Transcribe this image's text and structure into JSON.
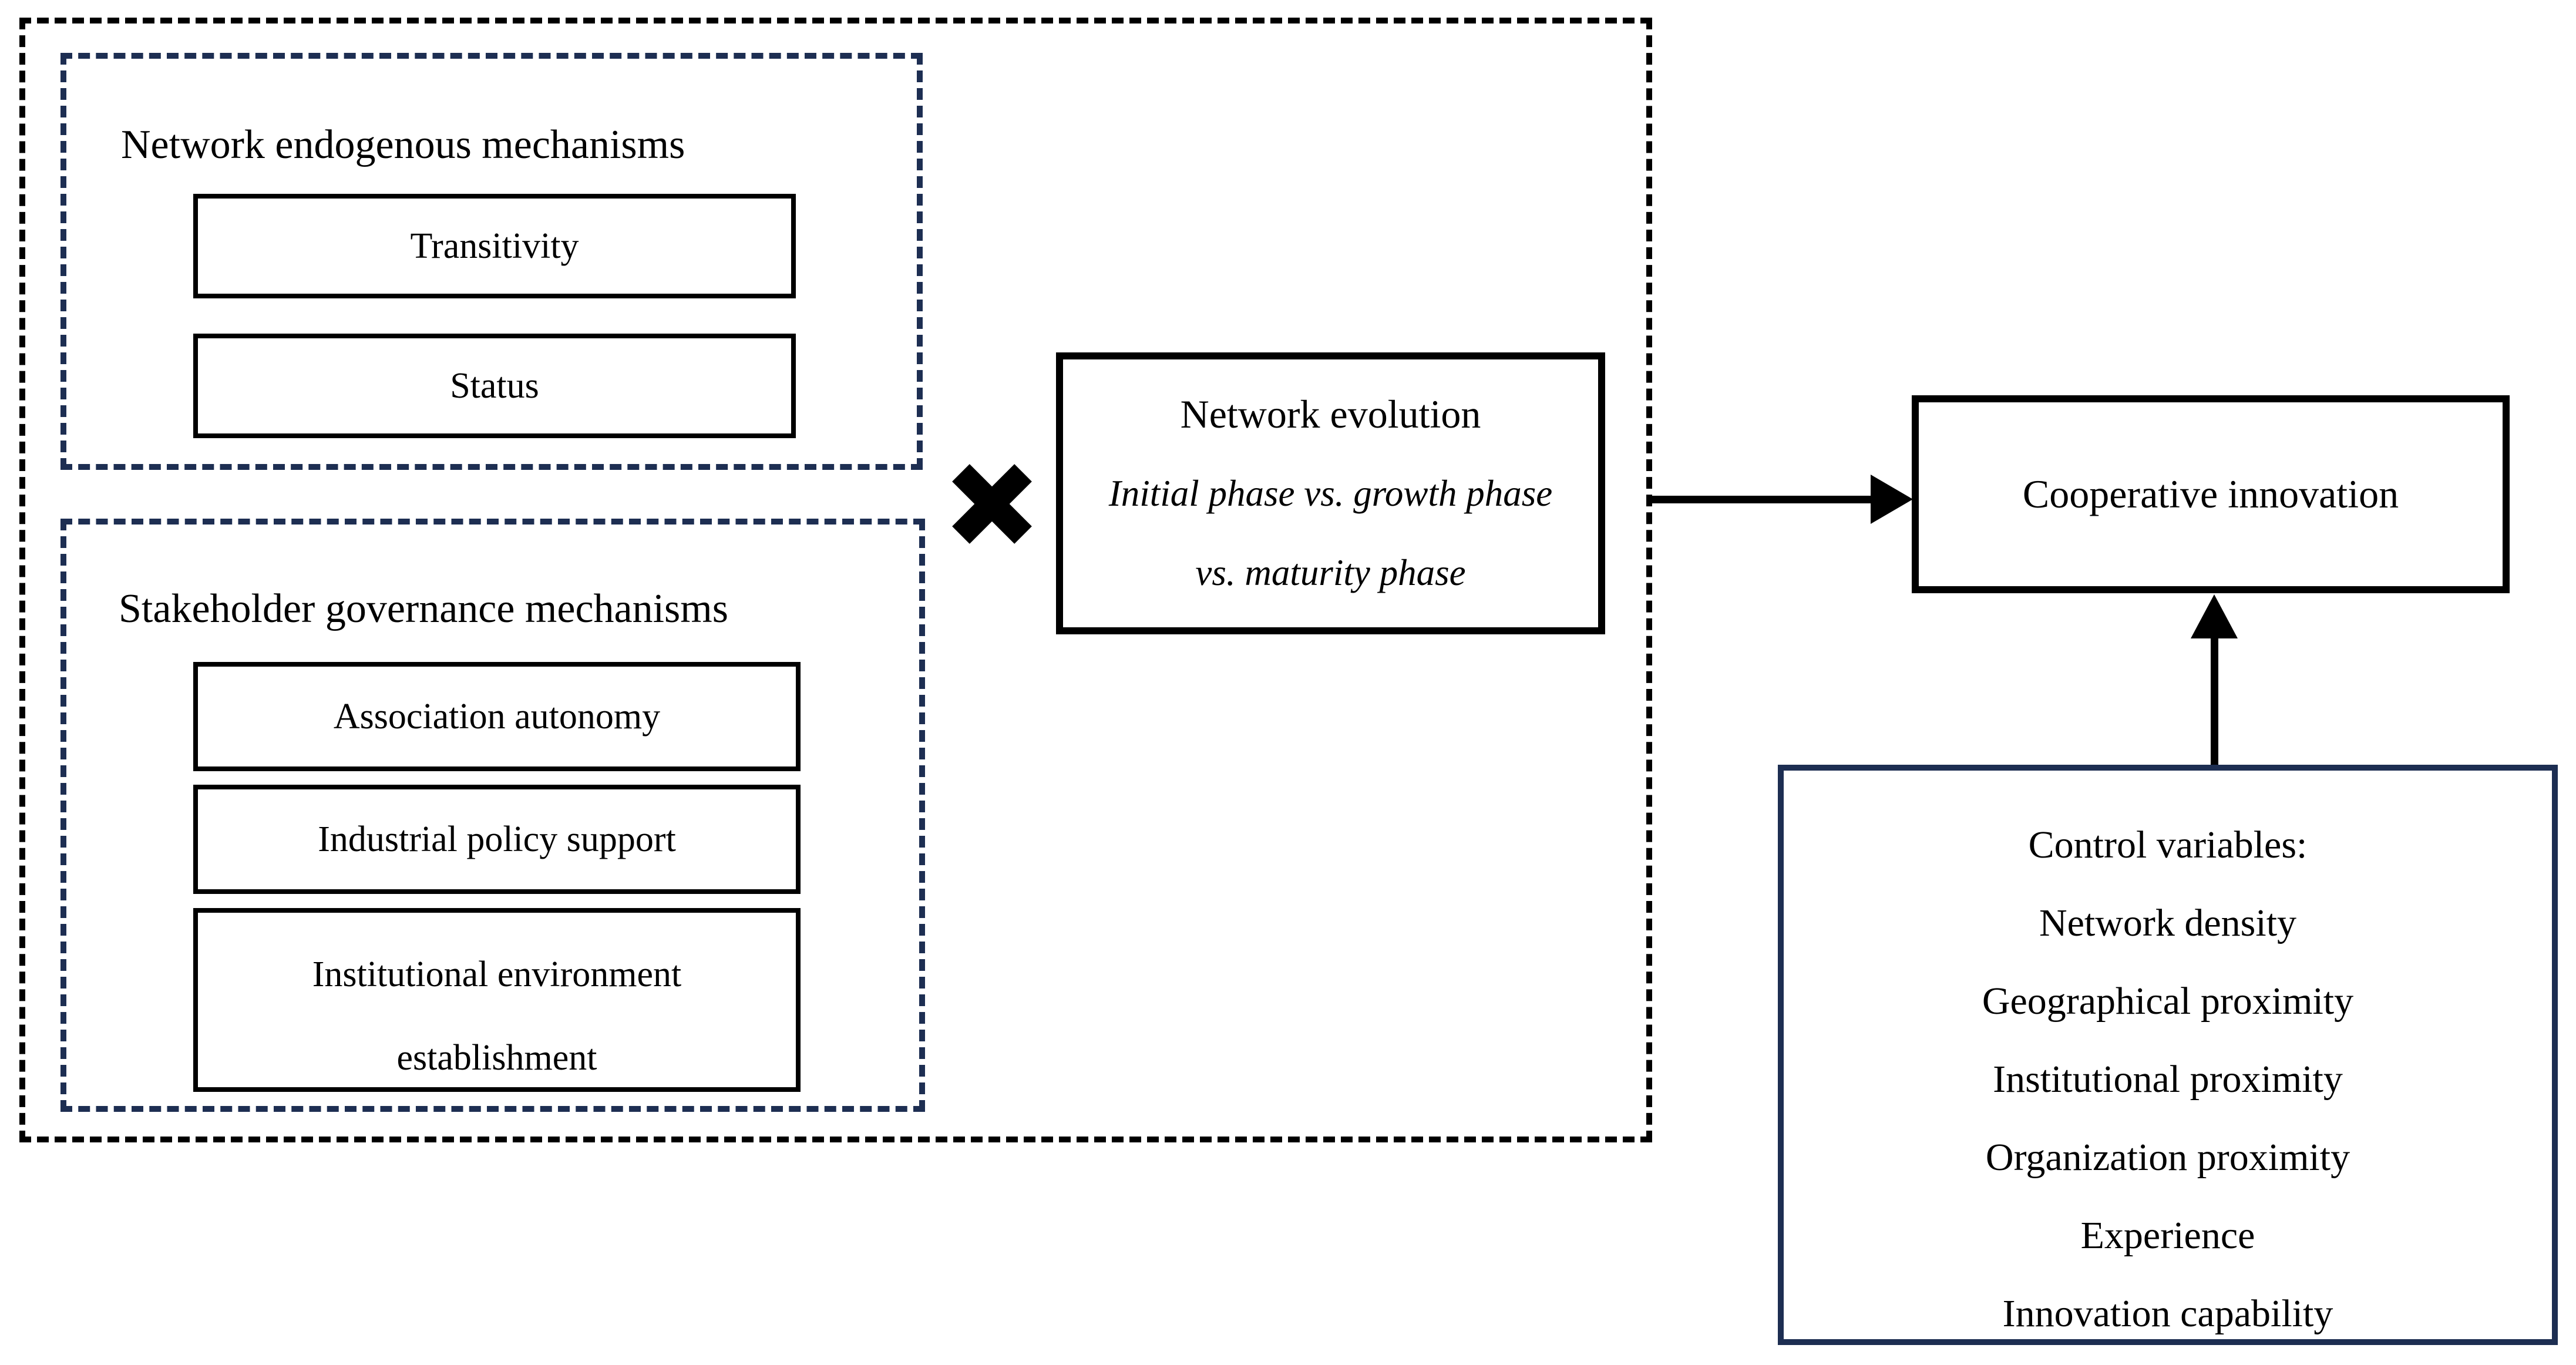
{
  "diagram": {
    "colors": {
      "navy": "#1d2e52",
      "black": "#000000",
      "background": "#ffffff"
    },
    "icons": {
      "interaction": "heavy-multiplication-x-icon"
    },
    "endogenous_panel": {
      "title": "Network endogenous mechanisms",
      "boxes": [
        "Transitivity",
        "Status"
      ]
    },
    "governance_panel": {
      "title": "Stakeholder governance mechanisms",
      "boxes": [
        "Association autonomy",
        "Industrial policy support"
      ],
      "two_line_box": {
        "line1": "Institutional environment",
        "line2": "establishment"
      }
    },
    "evolution_box": {
      "title": "Network evolution",
      "phase_line1": "Initial phase vs. growth phase",
      "phase_line2": "vs. maturity phase"
    },
    "outcome_box": {
      "label": "Cooperative innovation"
    },
    "control_box": {
      "heading": "Control variables:",
      "items": [
        "Network density",
        "Geographical proximity",
        "Institutional proximity",
        "Organization proximity",
        "Experience",
        "Innovation capability"
      ]
    }
  }
}
